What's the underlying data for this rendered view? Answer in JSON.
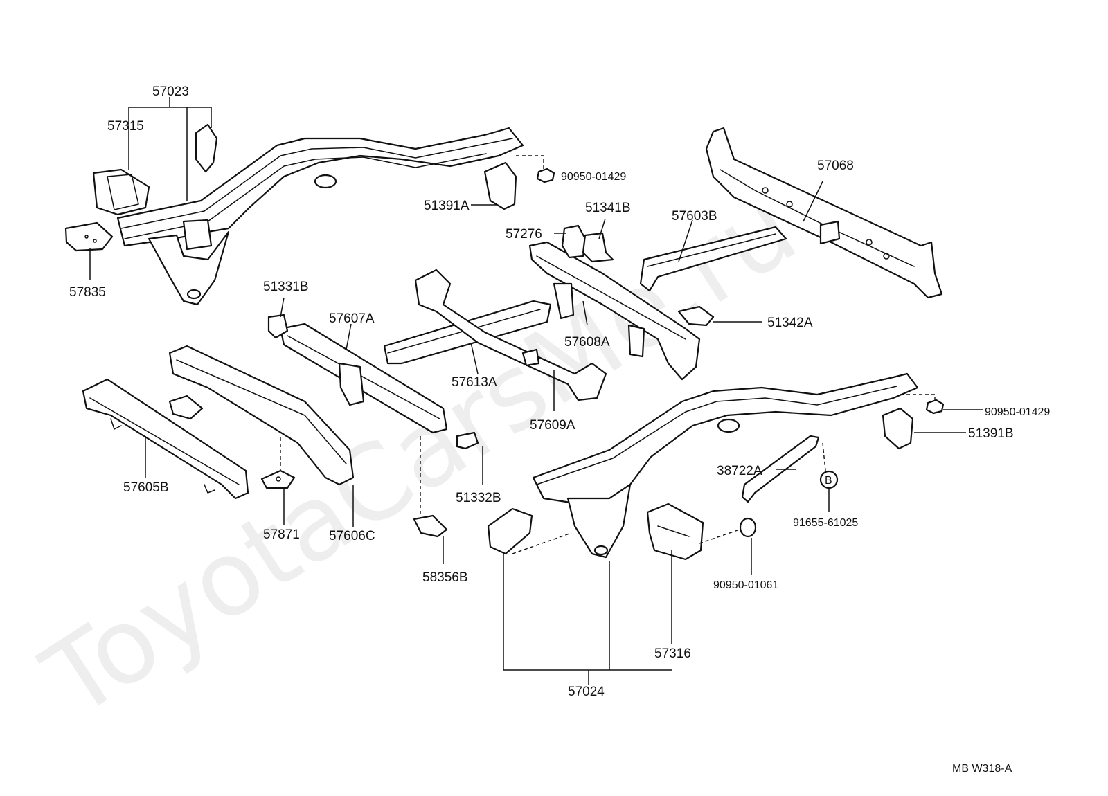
{
  "watermark": "ToyotaCarsMe.ru",
  "reference_code": "MB  W318-A",
  "callout_symbol": "B",
  "labels": {
    "p57023": "57023",
    "p57315": "57315",
    "p57835": "57835",
    "p90950_01429_a": "90950-01429",
    "p51391A": "51391A",
    "p57068": "57068",
    "p51341B": "51341B",
    "p57276": "57276",
    "p57603B": "57603B",
    "p51331B": "51331B",
    "p57607A": "57607A",
    "p57608A": "57608A",
    "p51342A": "51342A",
    "p57613A": "57613A",
    "p57609A": "57609A",
    "p90950_01429_b": "90950-01429",
    "p51391B": "51391B",
    "p57605B": "57605B",
    "p57871": "57871",
    "p57606C": "57606C",
    "p51332B": "51332B",
    "p38722A": "38722A",
    "p91655_61025": "91655-61025",
    "p58356B": "58356B",
    "p90950_01061": "90950-01061",
    "p57316": "57316",
    "p57024": "57024"
  }
}
